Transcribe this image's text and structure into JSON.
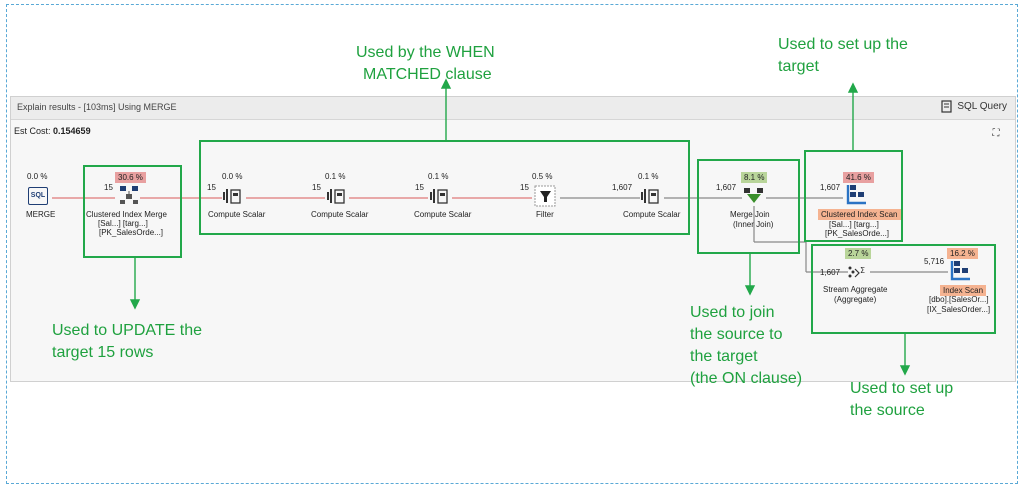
{
  "panel": {
    "title": "Explain results - [103ms] Using MERGE",
    "sql_query_label": "SQL Query",
    "est_cost_label": "Est Cost:",
    "est_cost_value": "0.154659"
  },
  "nodes": {
    "merge": {
      "pct": "0.0 %",
      "label": "MERGE",
      "icon_text": "SQL"
    },
    "cim": {
      "pct": "30.6 %",
      "rows": "15",
      "label1": "Clustered Index Merge",
      "label2": "[Sal...] [targ...]",
      "label3": "[PK_SalesOrde...]"
    },
    "cs1": {
      "pct": "0.0 %",
      "rows": "15",
      "label": "Compute Scalar"
    },
    "cs2": {
      "pct": "0.1 %",
      "rows": "15",
      "label": "Compute Scalar"
    },
    "cs3": {
      "pct": "0.1 %",
      "rows": "15",
      "label": "Compute Scalar"
    },
    "filter": {
      "pct": "0.5 %",
      "rows": "15",
      "label": "Filter"
    },
    "cs4": {
      "pct": "0.1 %",
      "rows": "1,607",
      "label": "Compute Scalar"
    },
    "mj": {
      "pct": "8.1 %",
      "rows": "1,607",
      "label1": "Merge Join",
      "label2": "(Inner Join)"
    },
    "cis": {
      "pct": "41.6 %",
      "rows": "1,607",
      "tag": "Clustered Index Scan",
      "label2": "[Sal...] [targ...]",
      "label3": "[PK_SalesOrde...]"
    },
    "sa": {
      "pct": "2.7 %",
      "rows": "1,607",
      "label1": "Stream Aggregate",
      "label2": "(Aggregate)"
    },
    "is": {
      "pct": "16.2 %",
      "rows": "5,716",
      "tag": "Index Scan",
      "label2": "[dbo].[SalesOr...]",
      "label3": "[IX_SalesOrder...]"
    }
  },
  "annotations": {
    "when_matched": [
      "Used by the WHEN",
      "MATCHED clause"
    ],
    "setup_target": [
      "Used to set up the",
      "target"
    ],
    "update": [
      "Used to UPDATE the",
      "target 15 rows"
    ],
    "join": [
      "Used to join",
      "the source to",
      "the target",
      "(the ON clause)"
    ],
    "setup_source": [
      "Used to set up",
      "the source"
    ]
  },
  "colors": {
    "annotation_green": "#22a84a",
    "red_pct": "#e8a0a0",
    "green_pct": "#b9d59a",
    "orange_tag": "#f5b391",
    "red_arrow": "#e07a7a"
  }
}
